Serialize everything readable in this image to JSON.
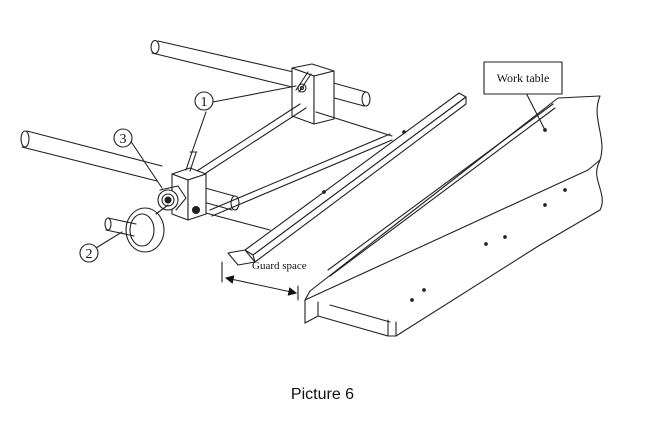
{
  "labels": {
    "callout_1": "1",
    "callout_2": "2",
    "callout_3": "3",
    "work_table": "Work table",
    "guard_space": "Guard space"
  },
  "caption": "Picture 6"
}
